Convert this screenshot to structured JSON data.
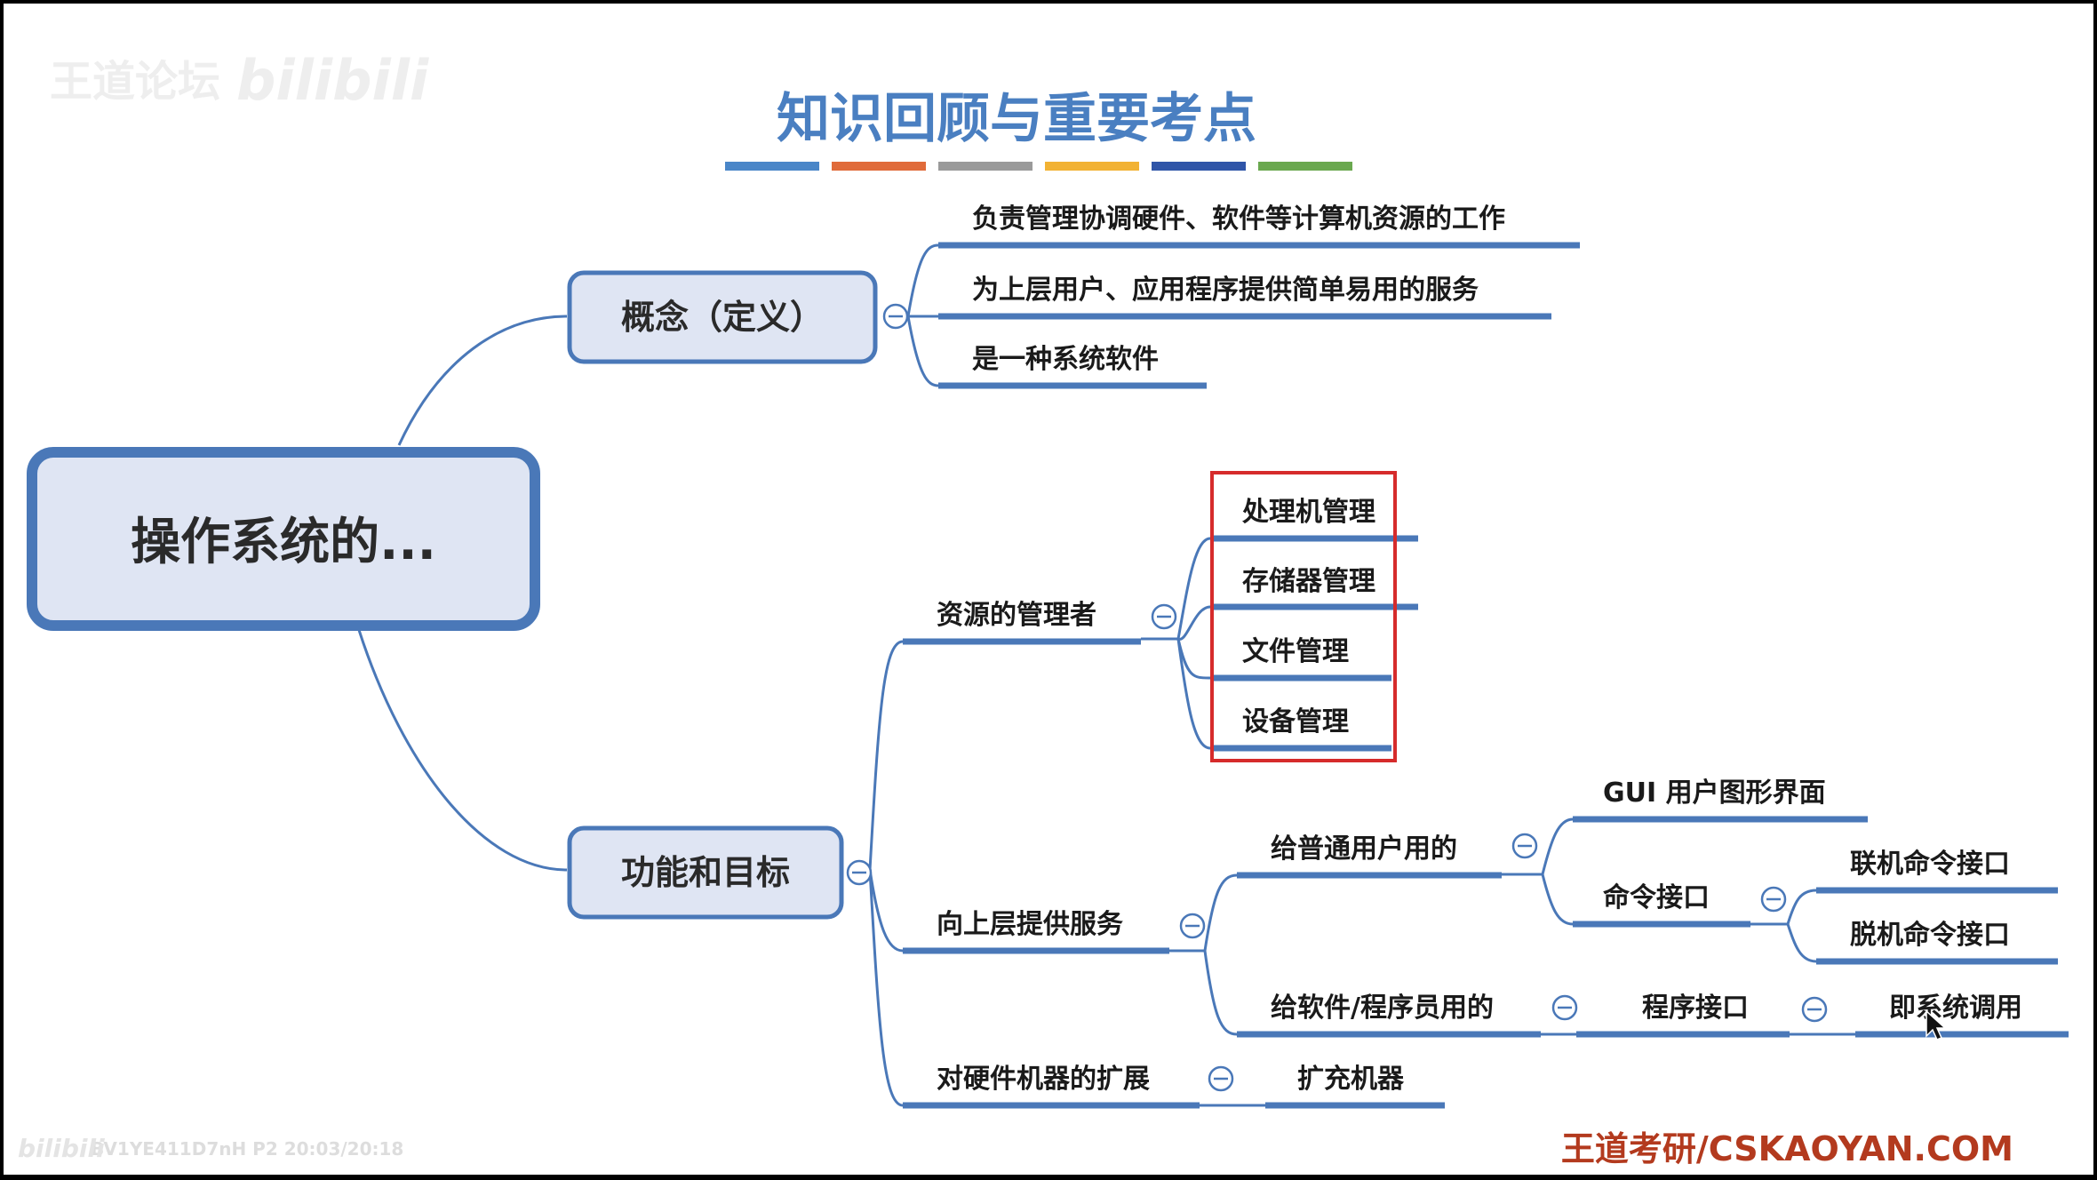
{
  "title": "知识回顾与重要考点",
  "title_bar_colors": [
    "#4a86c8",
    "#e06b3a",
    "#9a9a9a",
    "#f2b233",
    "#2f55a8",
    "#6aa84f"
  ],
  "watermark": {
    "logo": "王道论坛",
    "bili": "bilibili",
    "video_info": "BV1YE411D7nH P2 20:03/20:18"
  },
  "footer": "王道考研/CSKAOYAN.COM",
  "colors": {
    "accent": "#4a78b8",
    "box_fill": "#dfe5f3",
    "title": "#4a7fc1",
    "highlight": "#d62b2b",
    "footer": "#b33a1e"
  },
  "root": {
    "label": "操作系统的..."
  },
  "concept": {
    "label": "概念（定义）",
    "items": [
      "负责管理协调硬件、软件等计算机资源的工作",
      "为上层用户、应用程序提供简单易用的服务",
      "是一种系统软件"
    ]
  },
  "functions": {
    "label": "功能和目标",
    "resource_manager": {
      "label": "资源的管理者",
      "items": [
        "处理机管理",
        "存储器管理",
        "文件管理",
        "设备管理"
      ]
    },
    "services": {
      "label": "向上层提供服务",
      "users": {
        "label": "给普通用户用的",
        "gui": "GUI 用户图形界面",
        "command": {
          "label": "命令接口",
          "items": [
            "联机命令接口",
            "脱机命令接口"
          ]
        }
      },
      "programmers": {
        "label": "给软件/程序员用的",
        "program_interface": "程序接口",
        "syscall": "即系统调用"
      }
    },
    "extension": {
      "label": "对硬件机器的扩展",
      "item": "扩充机器"
    }
  }
}
